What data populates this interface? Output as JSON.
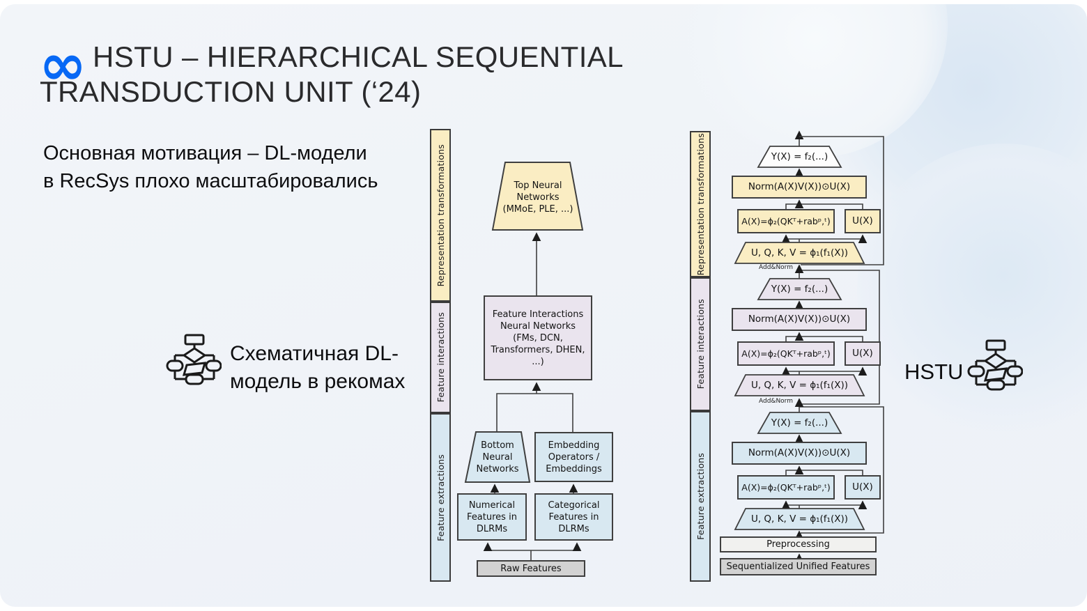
{
  "slide": {
    "title": {
      "line1": "HSTU – HIERARCHICAL SEQUENTIAL",
      "line2": "TRANSDUCTION UNIT (‘24)"
    },
    "motivation": "Основная мотивация – DL-модели\nв RecSys плохо масштабировались",
    "dlrm_caption": "Схематичная DL-\nмодель в рекомах",
    "hstu_caption": "HSTU"
  },
  "colors": {
    "background": "#EFF2F7",
    "meta_blue": "#0768F5",
    "stage_yellow": "#FAEDC3",
    "stage_purple": "#EAE4EE",
    "stage_blue": "#D8E8F1",
    "gray_box": "#D2D2D2",
    "light_box": "#F1F1EF",
    "line": "#3F3F3F"
  },
  "stage_labels": {
    "representation": "Representation transformations",
    "interactions": "Feature interactions",
    "extractions": "Feature extractions"
  },
  "dlrm": {
    "top_nn": "Top Neural\nNetworks\n(MMoE, PLE, ...)",
    "feature_interactions": "Feature Interactions\nNeural Networks\n(FMs, DCN,\nTransformers, DHEN,\n...)",
    "bottom_nn": "Bottom\nNeural\nNetworks",
    "embedding": "Embedding\nOperators /\nEmbeddings",
    "numerical": "Numerical\nFeatures in\nDLRMs",
    "categorical": "Categorical\nFeatures in\nDLRMs",
    "raw": "Raw Features"
  },
  "hstu": {
    "formulas": {
      "y": "Y(X) = f₂(...)",
      "norm": "Norm(A(X)V(X))⊙U(X)",
      "attn": "A(X)=ϕ₂(QKᵀ+rabᵖ,ᵗ)",
      "u": "U(X)",
      "uqkv": "U, Q, K, V = ϕ₁(f₁(X))"
    },
    "add_norm": "Add&Norm",
    "preprocessing": "Preprocessing",
    "sequentialized": "Sequentialized Unified Features"
  }
}
